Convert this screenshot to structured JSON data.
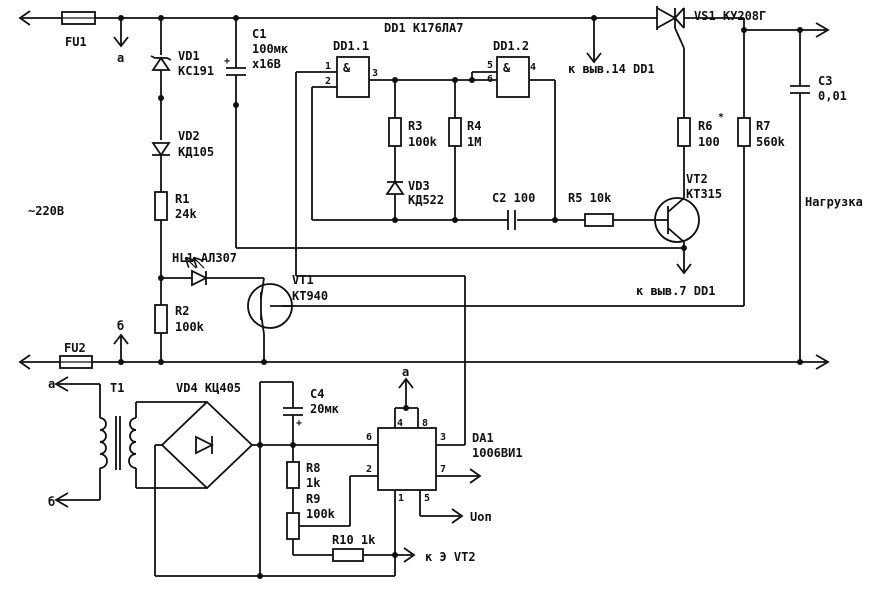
{
  "labels": {
    "fu1": "FU1",
    "fu2": "FU2",
    "node_a_top": "a",
    "node_b_mid": "б",
    "node_a_ic": "a",
    "node_a_left": "a",
    "node_b_left": "б",
    "mains": "~220В",
    "vd1_ref": "VD1",
    "vd1_val": "КС191",
    "vd2_ref": "VD2",
    "vd2_val": "КД105",
    "r1_ref": "R1",
    "r1_val": "24k",
    "hl1": "HL1 АЛ307",
    "r2_ref": "R2",
    "r2_val": "100k",
    "vt1_ref": "VT1",
    "vt1_val": "КТ940",
    "c1_ref": "C1",
    "c1_val1": "100мк",
    "c1_val2": "х16В",
    "dd1_title": "DD1 К176ЛА7",
    "dd1_1": "DD1.1",
    "dd1_2": "DD1.2",
    "and_sym1": "&",
    "and_sym2": "&",
    "to_dd1_14": "к выв.14 DD1",
    "to_dd1_7": "к выв.7 DD1",
    "r3_ref": "R3",
    "r3_val": "100k",
    "r4_ref": "R4",
    "r4_val": "1М",
    "vd3_ref": "VD3",
    "vd3_val": "КД522",
    "c2": "C2 100",
    "r5": "R5 10k",
    "vs1": "VS1 КУ208Г",
    "r6_ref": "R6",
    "r6_val": "100",
    "r7_ref": "R7",
    "r7_val": "560k",
    "vt2_ref": "VT2",
    "vt2_val": "КТ315",
    "c3_ref": "C3",
    "c3_val": "0,01",
    "load": "Нагрузка",
    "t1": "T1",
    "vd4": "VD4 КЦ405",
    "c4_ref": "C4",
    "c4_val": "20мк",
    "r8_ref": "R8",
    "r8_val": "1k",
    "r9_ref": "R9",
    "r9_val": "100k",
    "r10": "R10 1k",
    "to_vt2": "к Э VT2",
    "da1_ref": "DA1",
    "da1_val": "1006ВИ1",
    "uon": "Uоп"
  },
  "pins": {
    "g1_in1": "1",
    "g1_in2": "2",
    "g1_out": "3",
    "g2_in1": "5",
    "g2_in2": "6",
    "g2_out": "4",
    "da1_p4": "4",
    "da1_p8": "8",
    "da1_p6": "6",
    "da1_p3": "3",
    "da1_p2": "2",
    "da1_p7": "7",
    "da1_p1": "1",
    "da1_p5": "5"
  }
}
